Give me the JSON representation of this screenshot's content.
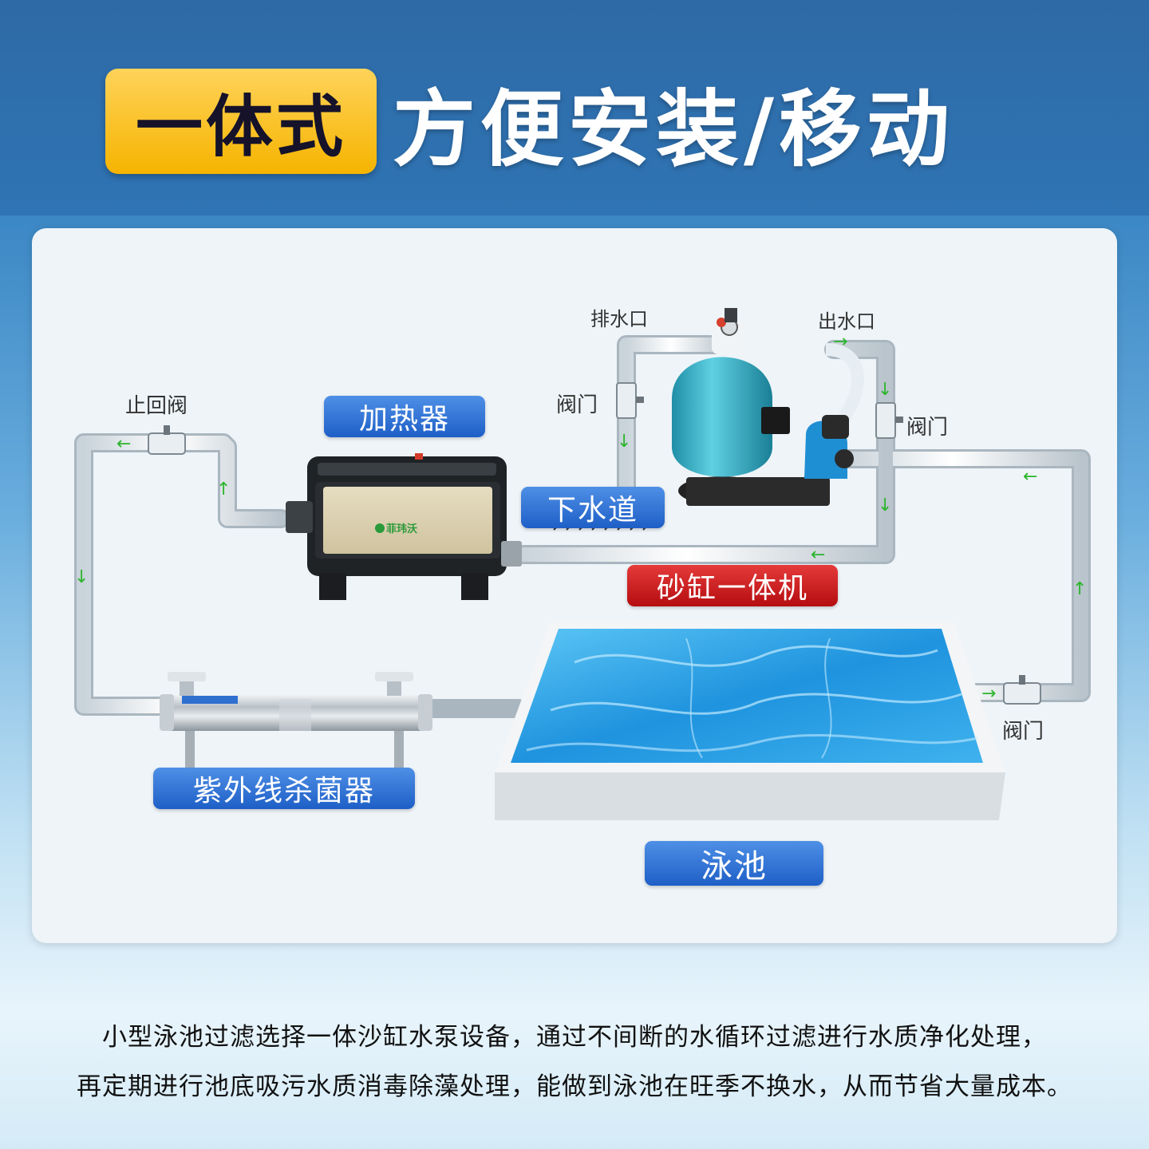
{
  "header": {
    "badge_text": "一体式",
    "headline": "方便安装/移动"
  },
  "labels": {
    "heater": "加热器",
    "drain": "下水道",
    "sand_filter": "砂缸一体机",
    "uv": "紫外线杀菌器",
    "pool": "泳池",
    "check_valve": "止回阀",
    "drain_outlet": "排水口",
    "water_outlet": "出水口",
    "valve_left": "阀门",
    "valve_right": "阀门",
    "valve_bottom": "阀门",
    "heater_brand": "菲玮沃"
  },
  "caption": {
    "line1": "小型泳池过滤选择一体沙缸水泵设备，通过不间断的水循环过滤进行水质净化处理，",
    "line2": "再定期进行池底吸污水质消毒除藻处理，能做到泳池在旺季不换水，从而节省大量成本。"
  },
  "colors": {
    "flow_arrow": "#2bb52b",
    "badge_yellow": "#f6b400",
    "label_blue": "#1e5fc7",
    "label_red": "#c8161a",
    "tank_teal": "#35b3c9",
    "pool_water": "#27a0e6"
  }
}
